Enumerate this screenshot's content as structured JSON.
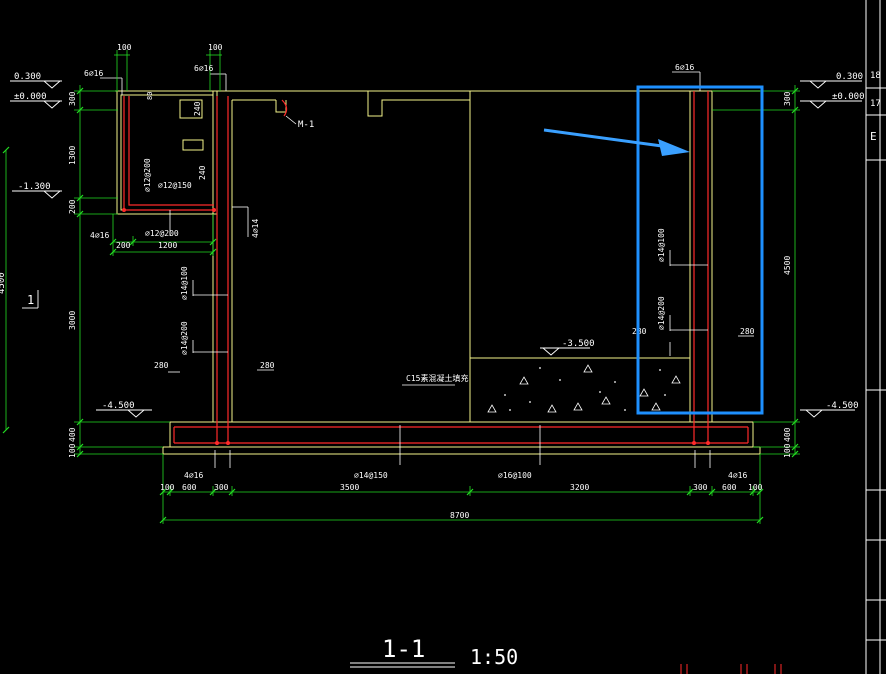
{
  "title": {
    "section": "1-1",
    "scale": "1:50"
  },
  "levels": {
    "top_left_high": "0.300",
    "top_left_zero": "±0.000",
    "left_mid": "-1.300",
    "left_bottom": "-4.500",
    "top_right_high": "0.300",
    "top_right_zero": "±0.000",
    "right_bottom": "-4.500",
    "fill_top": "-3.500"
  },
  "dims": {
    "top_100_a": "100",
    "top_100_b": "100",
    "left_300": "300",
    "left_1300": "1300",
    "left_200": "200",
    "left_3000": "3000",
    "left_400": "400",
    "left_100": "100",
    "ledge_200": "200",
    "ledge_1200": "1200",
    "bottom_100_l": "100",
    "bottom_600": "600",
    "bottom_300_l": "300",
    "bottom_3500": "3500",
    "bottom_3200": "3200",
    "bottom_300_r": "300",
    "bottom_600_r": "600",
    "bottom_100_r": "100",
    "total": "8700",
    "right_300": "300",
    "right_4500": "4500",
    "right_400": "400",
    "right_100": "100",
    "inner_80": "80",
    "inner_240_a": "240",
    "inner_240_b": "240"
  },
  "rebar": {
    "top_left": "6⌀16",
    "top_mid": "6⌀16",
    "top_right": "6⌀16",
    "ledge_v": "⌀12@200",
    "ledge_h": "⌀12@150",
    "ledge_4": "4⌀16",
    "ledge_bot": "⌀12@200",
    "wall_4_14": "4⌀14",
    "left_wall_100": "⌀14@100",
    "left_wall_200": "⌀14@200",
    "right_wall_100": "⌀14@100",
    "right_wall_200": "⌀14@200",
    "base_l_4": "4⌀16",
    "base_150": "⌀14@150",
    "base_100": "⌀16@100",
    "base_r_4": "4⌀16"
  },
  "labels": {
    "m1": "M-1",
    "thick_280_l": "280",
    "thick_280_mid": "280",
    "thick_280_r": "280",
    "thick_280_r_in": "280",
    "fill_note": "C15素混凝土填充",
    "side_marker": "1",
    "left_edge_frag": "4500"
  },
  "right_panel": {
    "frag_1": "18",
    "frag_2": "17",
    "frag_3": "E"
  },
  "annotation": {
    "highlight_color": "#1e90ff",
    "arrow_color": "#3aa0ff"
  },
  "colors": {
    "concrete": "#f5f58a",
    "rebar": "#ff2a2a",
    "dimension": "#22dd22",
    "text": "#ffffff",
    "level": "#ffffff"
  }
}
